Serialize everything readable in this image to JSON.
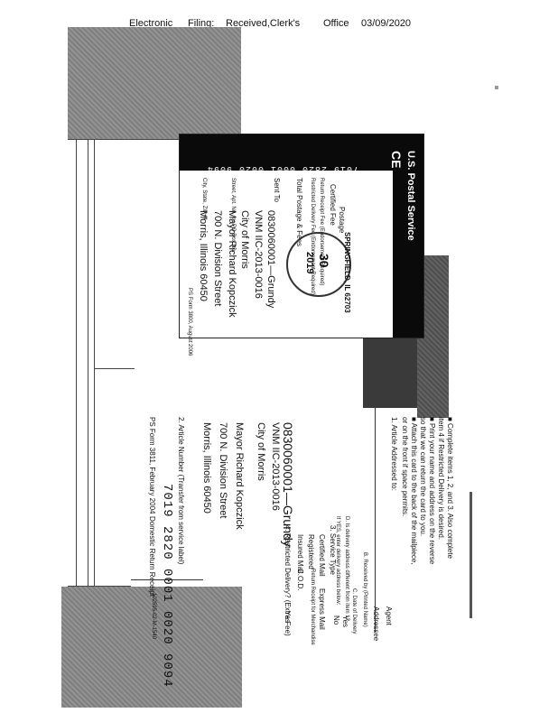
{
  "header_stamp": {
    "word1": "Electronic",
    "word2": "Filing:",
    "word3": "Received,Clerk's",
    "word4": "Office",
    "date": "03/09/2020"
  },
  "certified_mail_receipt": {
    "banner": "U.S. Postal Service",
    "banner2": "CE",
    "tracking_number": "7019 2820 0001 0020 9094",
    "fee_labels": [
      "Postage",
      "Certified Fee",
      "Return Receipt Fee (Endorsement Required)",
      "Restricted Delivery Fee (Endorsement Required)",
      "Total Postage & Fees"
    ],
    "sent_to": "Sent To",
    "sent_to_code": "0830060001—Grundy",
    "permit": "VNM IIC-2013-0016",
    "city": "City of Morris",
    "street_label": "Street, Apt. No., or PO Box No.",
    "attention": "Mayor Richard Kopczick",
    "address": "700 N. Division Street",
    "city_state_label": "City, State, ZIP+4",
    "city_state": "Morris, Illinois 60450",
    "ps_form": "PS Form 3800, August 2006",
    "postmark_city": "SPRINGFIELD, IL 62703",
    "postmark_num": "30",
    "postmark_year": "2019"
  },
  "domestic_return_receipt": {
    "instructions": [
      "■ Complete items 1, 2, and 3. Also complete",
      "item 4 if Restricted Delivery is desired.",
      "■ Print your name and address on the reverse",
      "so that we can return the card to you.",
      "■ Attach this card to the back of the mailpiece,",
      "or on the front if space permits."
    ],
    "article_label": "1. Article Addressed to:",
    "code": "0830060001—Grundy",
    "permit": "VNM IIC-2013-0016",
    "city": "City of Morris",
    "attention": "Mayor Richard Kopczick",
    "address": "700 N. Division Street",
    "city_state": "Morris, Illinois 60450",
    "service_type_label": "3. Service Type",
    "service_types": [
      "Certified Mail",
      "Express Mail",
      "Registered",
      "Return Receipt for Merchandise",
      "Insured Mail",
      "C.O.D."
    ],
    "restricted_label": "4. Restricted Delivery? (Extra Fee)",
    "restricted_yes": "Yes",
    "article_number_label": "2. Article Number (Transfer from service label)",
    "article_number": "7019 2820 0001 0020 9094",
    "ps_form": "PS Form 3811, February 2004",
    "domestic": "Domestic Return Receipt",
    "form_code": "102595-02-M-1540",
    "signature_labels": [
      "Agent",
      "Addressee"
    ],
    "received_by": "B. Received by (Printed Name)",
    "date_of_delivery": "C. Date of Delivery",
    "delivery_address_q": "D. Is delivery address different from item 1?",
    "yes": "Yes",
    "no": "No",
    "if_yes": "If YES, enter delivery address below:"
  },
  "colors": {
    "page": "#ffffff",
    "gray_block": "#8a8a8a",
    "black_band": "#0a0a0a",
    "ink": "#111111"
  }
}
